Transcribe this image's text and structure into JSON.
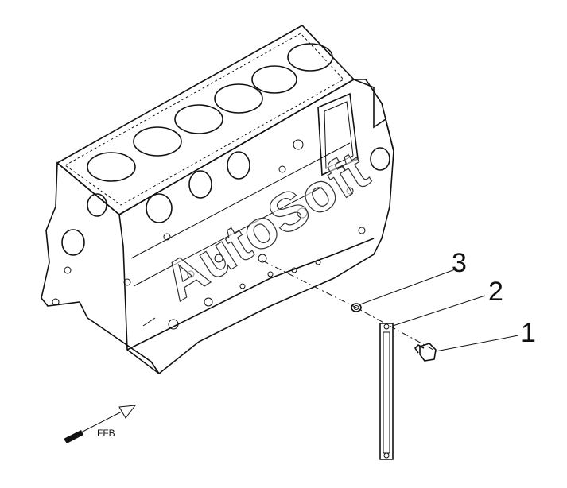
{
  "callouts": [
    {
      "id": "1",
      "label": "1"
    },
    {
      "id": "2",
      "label": "2"
    },
    {
      "id": "3",
      "label": "3"
    }
  ],
  "direction_label": "FFB",
  "watermark": "AutoSoft"
}
